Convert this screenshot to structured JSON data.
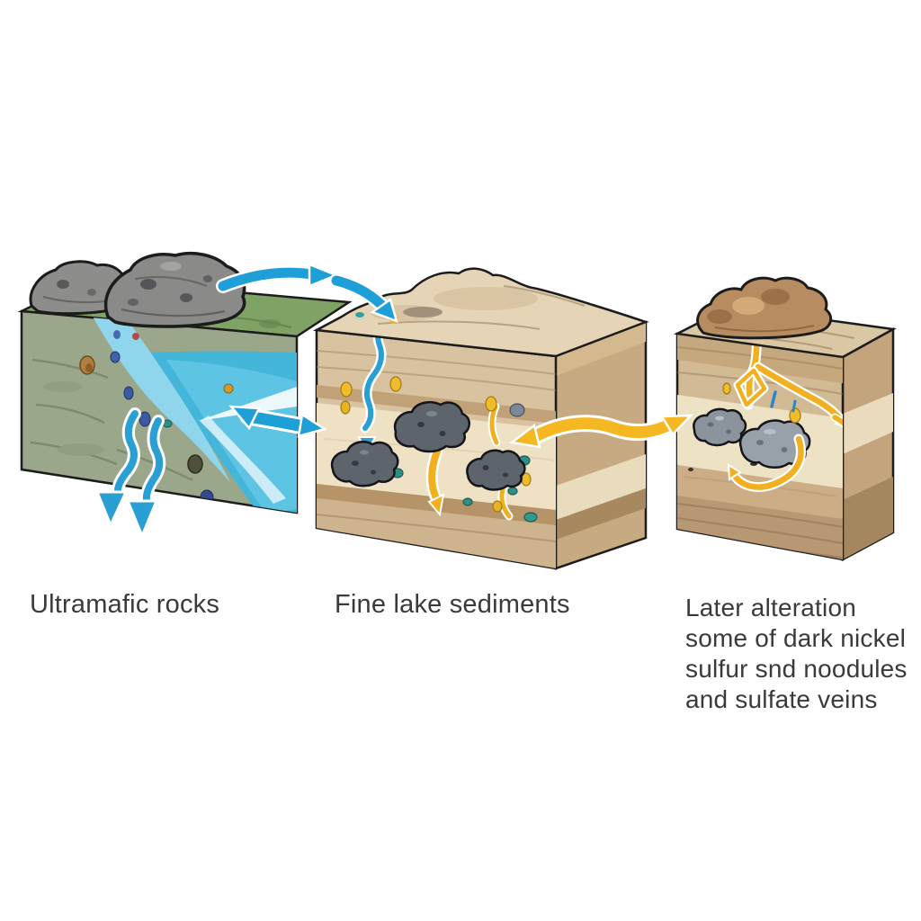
{
  "diagram": {
    "background": "#ffffff",
    "stages": [
      {
        "id": "ultramafic-rocks",
        "label": "Ultramafic rocks",
        "elements": [
          "gray-boulders",
          "green-ultramafic-rock",
          "lake-water-cross-section",
          "descending-water-arrows",
          "mineral-grains"
        ]
      },
      {
        "id": "fine-lake-sediments",
        "label": "Fine lake sediments",
        "elements": [
          "layered-tan-sediments",
          "dark-nickel-sulfide-nodules",
          "infiltrating-water-stream",
          "yellow-sulfate-arrows",
          "mineral-droplets"
        ]
      },
      {
        "id": "later-alteration",
        "label_lines": [
          "Later alteration",
          "some of dark nickel",
          "sulfur snd noodules",
          "and sulfate veins"
        ],
        "elements": [
          "layered-sediments",
          "surface-mound",
          "gray-nodules",
          "yellow-sulfate-veins"
        ]
      }
    ],
    "arrows": [
      {
        "name": "surface-water-transport",
        "from": "ultramafic-rocks",
        "to": "fine-lake-sediments",
        "style": "curved-right-then-down"
      },
      {
        "name": "water-exchange",
        "between": [
          "ultramafic-rocks",
          "fine-lake-sediments"
        ],
        "style": "double-headed"
      },
      {
        "name": "sulfate-exchange",
        "between": [
          "fine-lake-sediments",
          "later-alteration"
        ],
        "style": "double-headed-s-curve"
      },
      {
        "name": "groundwater-percolation",
        "style": "wavy-downward"
      }
    ],
    "colors": {
      "water_arrow": "#1f9fd8",
      "percolation_arrow": "#2a9fd4",
      "sulfate_arrow": "#f5b822",
      "vein_yellow": "#f2b01e",
      "grass_top": "#7fa364",
      "ultramafic_rock": "#9aa78a",
      "lake_water": "#44b6da",
      "boulder": "#8d8d8b",
      "sediment_tan": "#d8c2a0",
      "sediment_cream": "#eee1c4",
      "sediment_side": "#c7aa82",
      "nodule_dark": "#5d646b",
      "nodule_light": "#98a0aa",
      "label_text": "#3a3a3a"
    }
  }
}
